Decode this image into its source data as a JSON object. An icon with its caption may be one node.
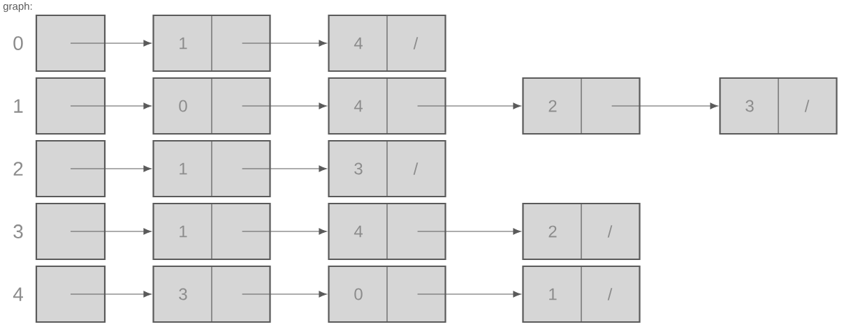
{
  "diagram": {
    "title": "graph:",
    "nodes": [
      {
        "text": [],
        "shape": "box"
      },
      {
        "text": [
          "1"
        ]
      },
      {
        "text": [
          "4",
          "/"
        ]
      },
      {
        "text": [],
        "shape": "box"
      },
      {
        "text": [
          "0"
        ]
      },
      {
        "text": [
          "4"
        ]
      },
      {
        "text": [
          "2"
        ]
      },
      {
        "text": [
          "3",
          "/"
        ]
      },
      {
        "text": [],
        "shape": "box"
      },
      {
        "text": [
          "1"
        ]
      },
      {
        "text": [
          "3",
          "/"
        ]
      },
      {
        "text": [],
        "shape": "box"
      },
      {
        "text": [
          "1"
        ]
      },
      {
        "text": [
          "4"
        ]
      },
      {
        "text": [
          "2",
          "/"
        ]
      },
      {
        "text": [],
        "shape": "box"
      },
      {
        "text": [
          "3"
        ]
      },
      {
        "text": [
          "0"
        ]
      },
      {
        "text": [
          "1",
          "/"
        ]
      }
    ],
    "edges": [
      {
        "from": 0,
        "to": 1,
        "arrow": "to"
      },
      {
        "from": 1,
        "to": 2,
        "arrow": "to"
      },
      {
        "from": 3,
        "to": 4,
        "arrow": "to"
      },
      {
        "from": 4,
        "to": 5,
        "arrow": "to"
      },
      {
        "from": 5,
        "to": 6,
        "arrow": "to"
      },
      {
        "from": 6,
        "to": 7,
        "arrow": "to"
      },
      {
        "from": 8,
        "to": 9,
        "arrow": "to"
      },
      {
        "from": 9,
        "to": 10,
        "arrow": "to"
      },
      {
        "from": 11,
        "to": 12,
        "arrow": "to"
      },
      {
        "from": 12,
        "to": 13,
        "arrow": "to"
      },
      {
        "from": 13,
        "to": 14,
        "arrow": "to"
      },
      {
        "from": 15,
        "to": 16,
        "arrow": "to"
      },
      {
        "from": 16,
        "to": 17,
        "arrow": "to"
      },
      {
        "from": 17,
        "to": 18,
        "arrow": "to"
      }
    ],
    "labels": [
      "0",
      "1",
      "2",
      "3",
      "4"
    ]
  }
}
